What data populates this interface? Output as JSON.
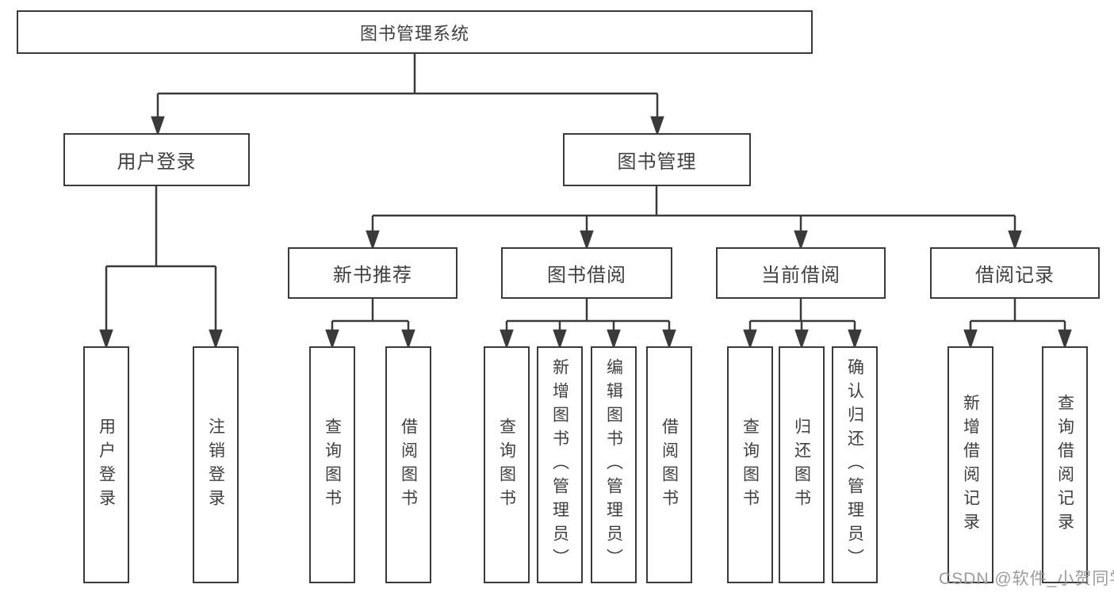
{
  "colors": {
    "line": "#3a3a3a",
    "node_text": "#3f3f3f",
    "background": "#ffffff",
    "watermark": "#9b9b9b"
  },
  "watermark": {
    "text": "CSDN @软件_小贺同学"
  },
  "tree": {
    "root": {
      "label": "图书管理系统"
    },
    "level2": [
      {
        "label": "用户登录",
        "children": [
          {
            "label": "用户登录"
          },
          {
            "label": "注销登录"
          }
        ]
      },
      {
        "label": "图书管理",
        "children": [
          {
            "label": "新书推荐",
            "children": [
              {
                "label": "查询图书"
              },
              {
                "label": "借阅图书"
              }
            ]
          },
          {
            "label": "图书借阅",
            "children": [
              {
                "label": "查询图书"
              },
              {
                "label": "新增图书（管理员）"
              },
              {
                "label": "编辑图书（管理员）"
              },
              {
                "label": "借阅图书"
              }
            ]
          },
          {
            "label": "当前借阅",
            "children": [
              {
                "label": "查询图书"
              },
              {
                "label": "归还图书"
              },
              {
                "label": "确认归还（管理员）"
              }
            ]
          },
          {
            "label": "借阅记录",
            "children": [
              {
                "label": "新增借阅记录"
              },
              {
                "label": "查询借阅记录"
              }
            ]
          }
        ]
      }
    ]
  }
}
